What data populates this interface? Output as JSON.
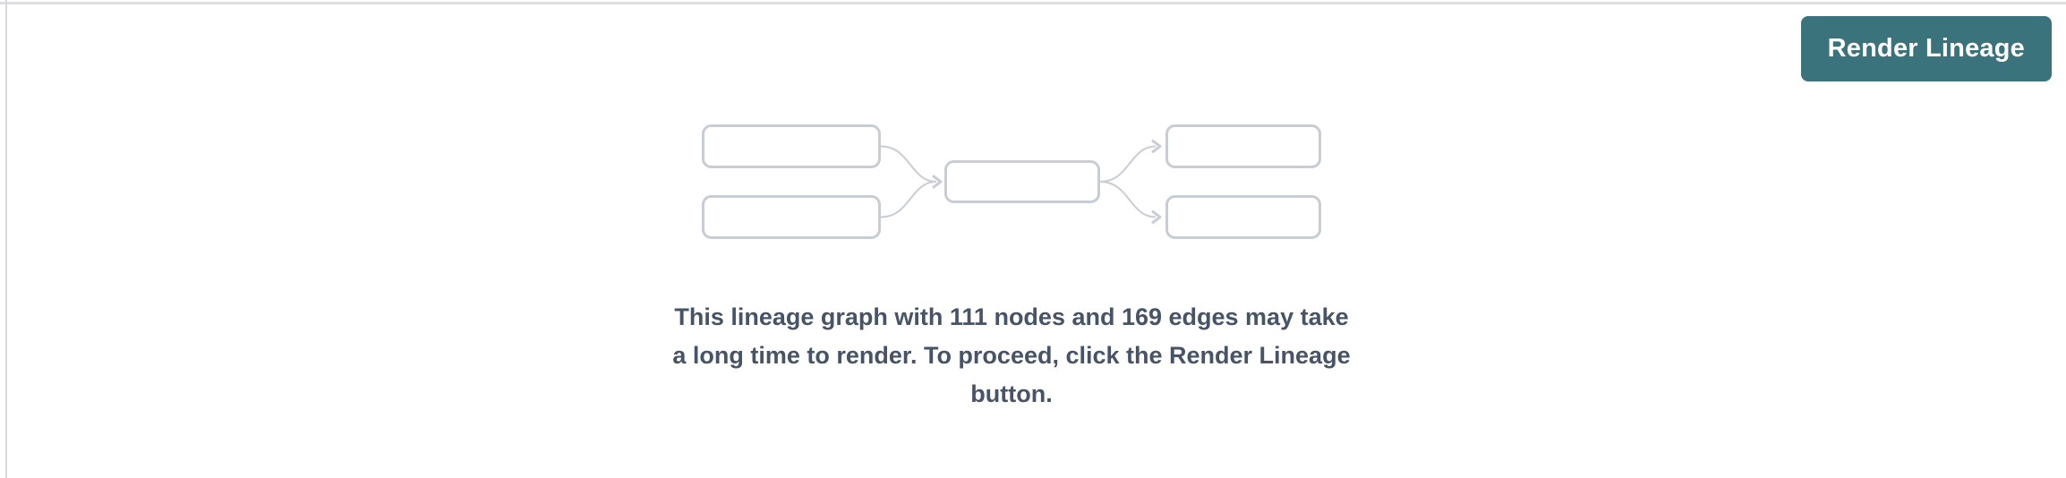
{
  "colors": {
    "accent_teal": "#3A737B",
    "button_text": "#FFFFFF",
    "message_text": "#475467",
    "node_border": "#C8CCD4",
    "edge_stroke": "#C9CDD5",
    "top_border": "#DCDCE1",
    "left_border": "#D8D8DE"
  },
  "toolbar": {
    "render_button_label": "Render Lineage"
  },
  "placeholder": {
    "illustration": "lineage-graph-illustration",
    "message_lines": [
      "This lineage graph with 111 nodes and 169 edges may take",
      "a long time to render. To proceed, click the Render Lineage",
      "button."
    ],
    "stats": {
      "nodes": 111,
      "edges": 169
    }
  }
}
